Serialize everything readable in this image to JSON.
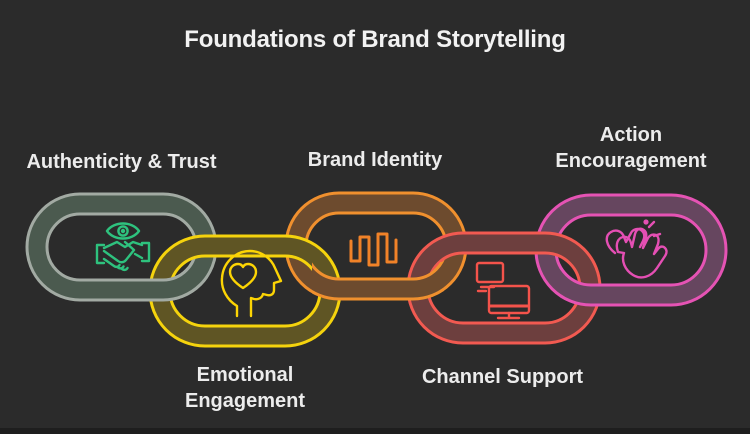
{
  "title": "Foundations of Brand Storytelling",
  "background_color": "#2b2b2b",
  "bottom_bar_color": "#1e1e1e",
  "text_color": "#ececec",
  "links": [
    {
      "label": "Authenticity & Trust",
      "icon": "eye-handshake-icon",
      "stroke_color": "#a2aaa3",
      "band_color": "#4b5a4f",
      "icon_color": "#2ec27e"
    },
    {
      "label": "Emotional Engagement",
      "icon": "head-heart-icon",
      "stroke_color": "#f5d30d",
      "band_color": "#5f5524",
      "icon_color": "#fcd404"
    },
    {
      "label": "Brand Identity",
      "icon": "soundwave-icon",
      "stroke_color": "#f0902e",
      "band_color": "#6d4b2e",
      "icon_color": "#f08228"
    },
    {
      "label": "Channel Support",
      "icon": "monitors-icon",
      "stroke_color": "#f25a51",
      "band_color": "#6d3f3e",
      "icon_color": "#f4534b"
    },
    {
      "label": "Action Encouragement",
      "icon": "clapping-hands-icon",
      "stroke_color": "#e553b4",
      "band_color": "#66465f",
      "icon_color": "#e54fb4"
    }
  ]
}
